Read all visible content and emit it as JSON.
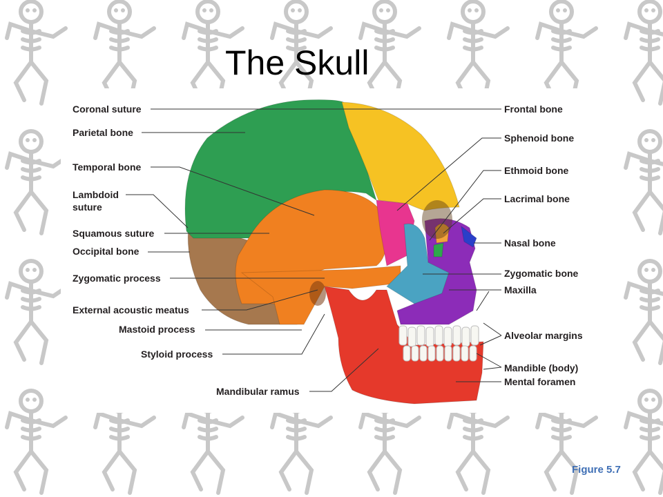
{
  "slide": {
    "title": "The Skull",
    "figure_caption": "Figure 5.7"
  },
  "background": {
    "motif": "dancing-skeleton-icon",
    "color": "#cfcfcf"
  },
  "colors": {
    "parietal": "#2e9e52",
    "frontal": "#f6c223",
    "temporal": "#f08020",
    "occipital": "#a6784e",
    "sphenoid": "#e8358f",
    "zygomatic": "#4aa3c2",
    "maxilla": "#8c2cb8",
    "mandible": "#e5392b",
    "nasal": "#2a3fc9",
    "lacrimal": "#f2a33a",
    "ethmoid": "#2ea84c",
    "teeth": "#f7f7f2"
  },
  "labels_left": {
    "coronal_suture": "Coronal suture",
    "parietal_bone": "Parietal bone",
    "temporal_bone": "Temporal bone",
    "lambdoid_line1": "Lambdoid",
    "lambdoid_line2": "suture",
    "squamous_suture": "Squamous suture",
    "occipital_bone": "Occipital bone",
    "zygomatic_process": "Zygomatic process",
    "external_acoustic_meatus": "External acoustic meatus",
    "mastoid_process": "Mastoid process",
    "styloid_process": "Styloid process",
    "mandibular_ramus": "Mandibular ramus"
  },
  "labels_right": {
    "frontal_bone": "Frontal bone",
    "sphenoid_bone": "Sphenoid bone",
    "ethmoid_bone": "Ethmoid bone",
    "lacrimal_bone": "Lacrimal bone",
    "nasal_bone": "Nasal bone",
    "zygomatic_bone": "Zygomatic bone",
    "maxilla": "Maxilla",
    "alveolar_margins": "Alveolar margins",
    "mandible_body": "Mandible (body)",
    "mental_foramen": "Mental foramen"
  }
}
